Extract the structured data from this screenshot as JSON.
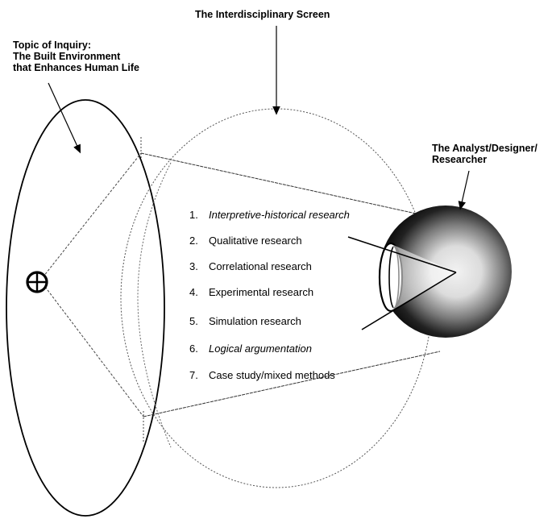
{
  "labels": {
    "screen_title": "The Interdisciplinary Screen",
    "topic": [
      "Topic of Inquiry:",
      "The Built Environment",
      "that Enhances Human Life"
    ],
    "analyst": [
      "The Analyst/Designer/",
      "Researcher"
    ]
  },
  "methods": [
    {
      "num": "1.",
      "text": "Interpretive-historical research",
      "italic": true
    },
    {
      "num": "2.",
      "text": "Qualitative research",
      "italic": false
    },
    {
      "num": "3.",
      "text": "Correlational research",
      "italic": false
    },
    {
      "num": "4.",
      "text": "Experimental research",
      "italic": false
    },
    {
      "num": "5.",
      "text": "Simulation research",
      "italic": false
    },
    {
      "num": "6.",
      "text": "Logical argumentation",
      "italic": true
    },
    {
      "num": "7.",
      "text": "Case study/mixed methods",
      "italic": false
    }
  ],
  "colors": {
    "ink": "#000000",
    "eye_dark": "#111111",
    "eye_light": "#f2f2f2",
    "dash": "#444444"
  },
  "icons": {
    "target": "crosshair-circle-icon",
    "eye": "eye-icon"
  }
}
